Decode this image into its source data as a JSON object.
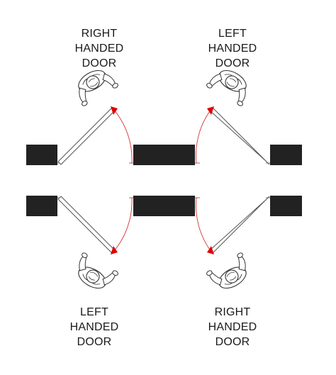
{
  "labels": {
    "top_left": {
      "line1": "RIGHT",
      "line2": "HANDED",
      "line3": "DOOR"
    },
    "top_right": {
      "line1": "LEFT",
      "line2": "HANDED",
      "line3": "DOOR"
    },
    "bottom_left": {
      "line1": "LEFT",
      "line2": "HANDED",
      "line3": "DOOR"
    },
    "bottom_right": {
      "line1": "RIGHT",
      "line2": "HANDED",
      "line3": "DOOR"
    }
  },
  "colors": {
    "wall": "#222222",
    "door_line": "#555555",
    "swing_arc": "#d01818",
    "arrow": "#e00000",
    "person_stroke": "#333333"
  },
  "icons": [
    "person-top-view-icon",
    "swing-arrow-icon"
  ]
}
